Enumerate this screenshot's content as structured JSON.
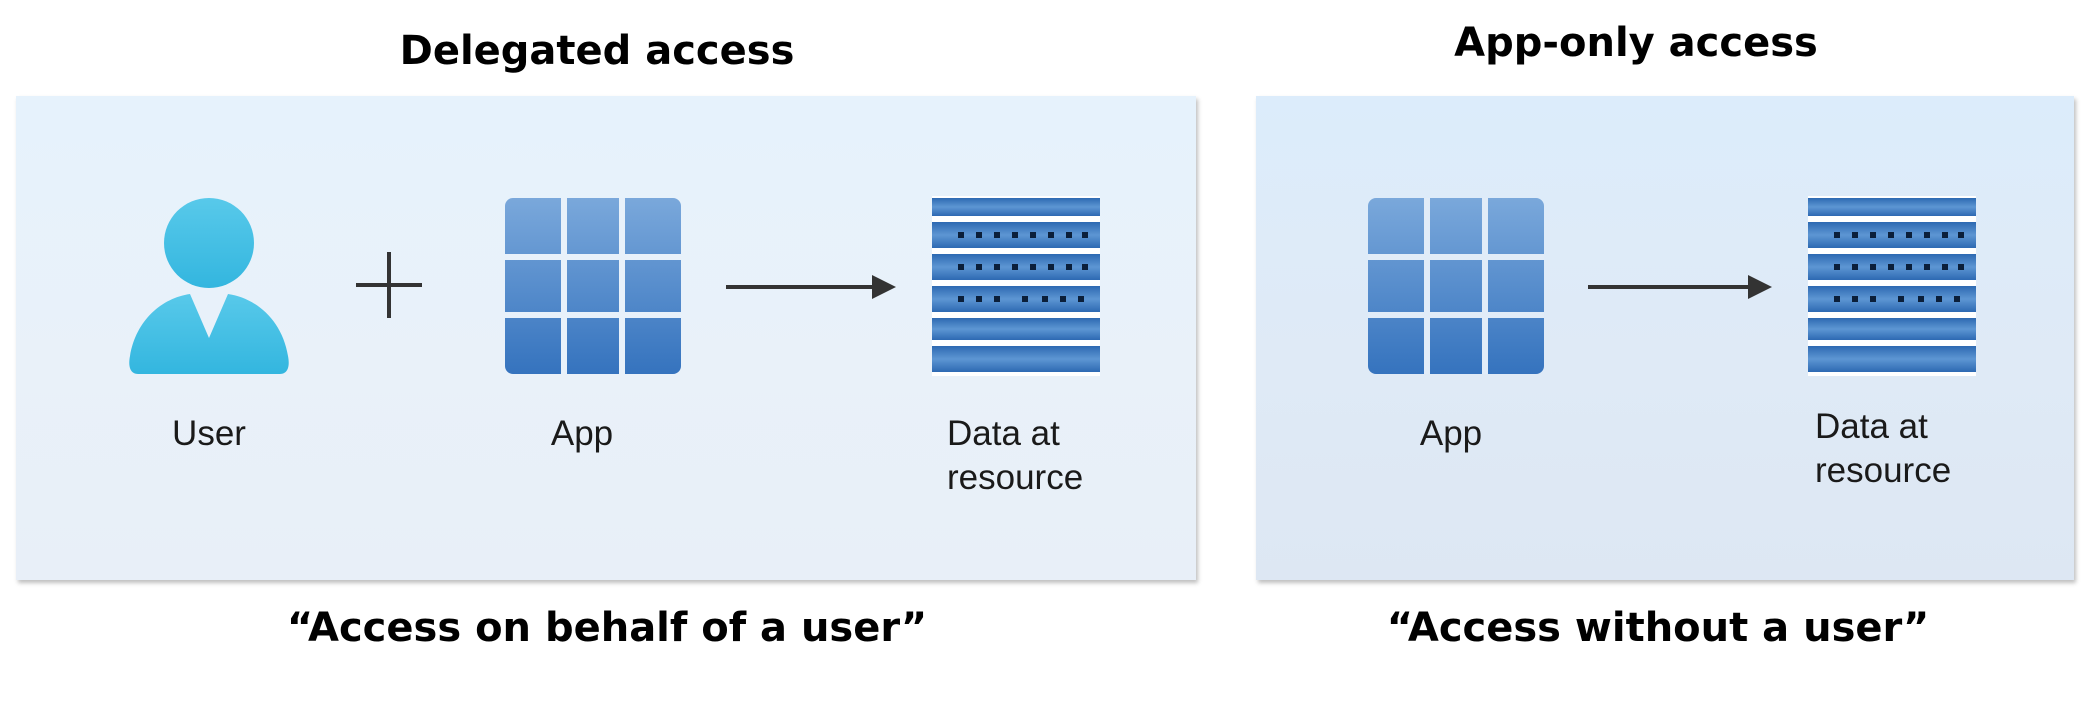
{
  "delegated": {
    "title": "Delegated access",
    "user_label": "User",
    "app_label": "App",
    "data_label_line1": "Data at",
    "data_label_line2": "resource",
    "caption": "“Access on behalf of a user”"
  },
  "app_only": {
    "title": "App-only access",
    "app_label": "App",
    "data_label_line1": "Data at",
    "data_label_line2": "resource",
    "caption": "“Access without a user”"
  },
  "colors": {
    "user_icon": "#3dbde3",
    "app_tile_top": "#6e9fd6",
    "app_tile_bottom": "#3b79c2",
    "database_stripe": "#2f6fb8",
    "arrow": "#333333"
  },
  "icons": {
    "user": "user-icon",
    "plus": "plus-icon",
    "app": "app-grid-icon",
    "arrow": "arrow-right-icon",
    "data": "database-icon"
  }
}
